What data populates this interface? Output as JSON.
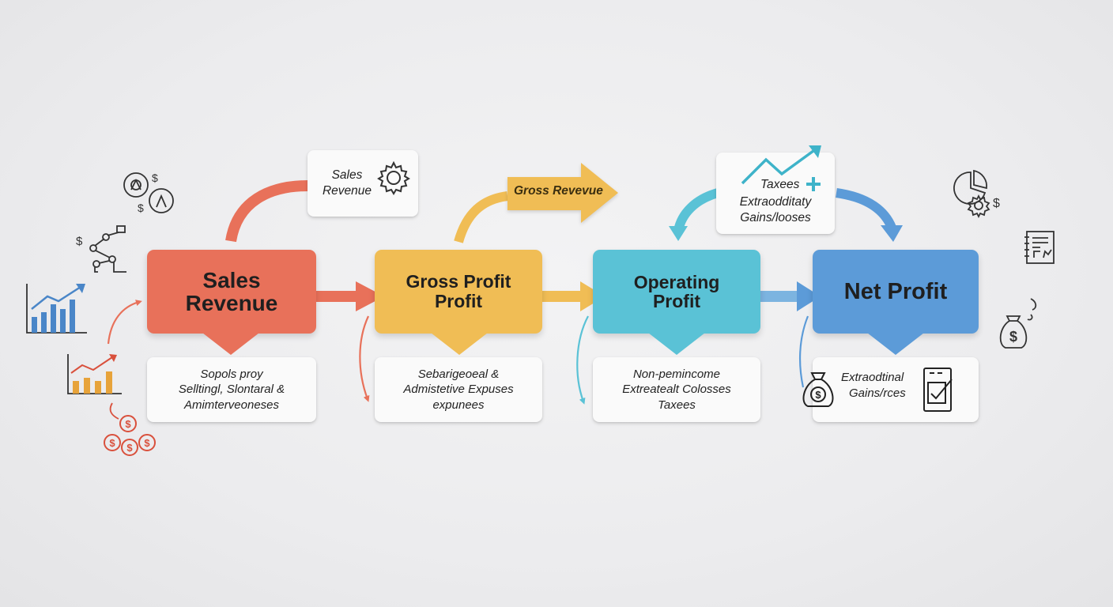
{
  "stages": [
    {
      "title_lines": [
        "Sales",
        "Revenue"
      ],
      "color": "#e8715a",
      "detail_lines": [
        "Sopols proy",
        "Selltingl, Slontaral &",
        "Amimterveoneses"
      ]
    },
    {
      "title_lines": [
        "Gross Profit",
        "Profit"
      ],
      "color": "#f0bd55",
      "detail_lines": [
        "Sebarigeoeal &",
        "Admistetive Expuses",
        "expunees"
      ]
    },
    {
      "title_lines": [
        "Operating",
        "Profit"
      ],
      "color": "#5ac2d6",
      "detail_lines": [
        "Non-pemincome",
        "Extreatealt Colosses",
        "Taxees"
      ]
    },
    {
      "title_lines": [
        "Net Profit"
      ],
      "color": "#5c9bd8",
      "detail_lines": [
        "Extraodtinal",
        "Gains/rces"
      ]
    }
  ],
  "top_callouts": {
    "sales_revenue_lines": [
      "Sales",
      "Revenue"
    ],
    "gross_revenue": "Gross Revevue",
    "taxes": "Taxees",
    "extraordinary_lines": [
      "Extraodditaty",
      "Gains/looses"
    ]
  },
  "colors": {
    "red": "#e8715a",
    "yellow": "#f0bd55",
    "teal": "#5ac2d6",
    "blue": "#5c9bd8",
    "icon_line": "#333333",
    "chart_blue": "#4a86c8",
    "chart_orange": "#e7a33a",
    "coin_red": "#d9503c"
  },
  "icons": [
    "gear-icon",
    "dollar-network-icon",
    "growth-chart-icon",
    "bar-chart-icon",
    "coins-icon",
    "trend-arrow-icon",
    "plus-icon",
    "pie-gear-icon",
    "report-icon",
    "money-bag-icon",
    "checklist-icon"
  ]
}
